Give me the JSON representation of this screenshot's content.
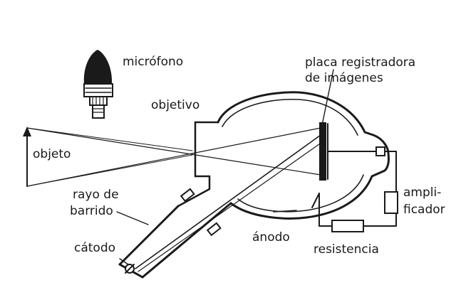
{
  "diagram": {
    "labels": {
      "microphone": "micrófono",
      "objective": "objetivo",
      "plate_line1": "placa registradora",
      "plate_line2": "de imágenes",
      "object": "objeto",
      "scan_line1": "rayo de",
      "scan_line2": "barrido",
      "cathode": "cátodo",
      "anode": "ánodo",
      "amp_line1": "ampli-",
      "amp_line2": "ficador",
      "resistor": "resistencia"
    }
  },
  "colors": {
    "ink": "#1a1a1a",
    "background": "#ffffff"
  }
}
